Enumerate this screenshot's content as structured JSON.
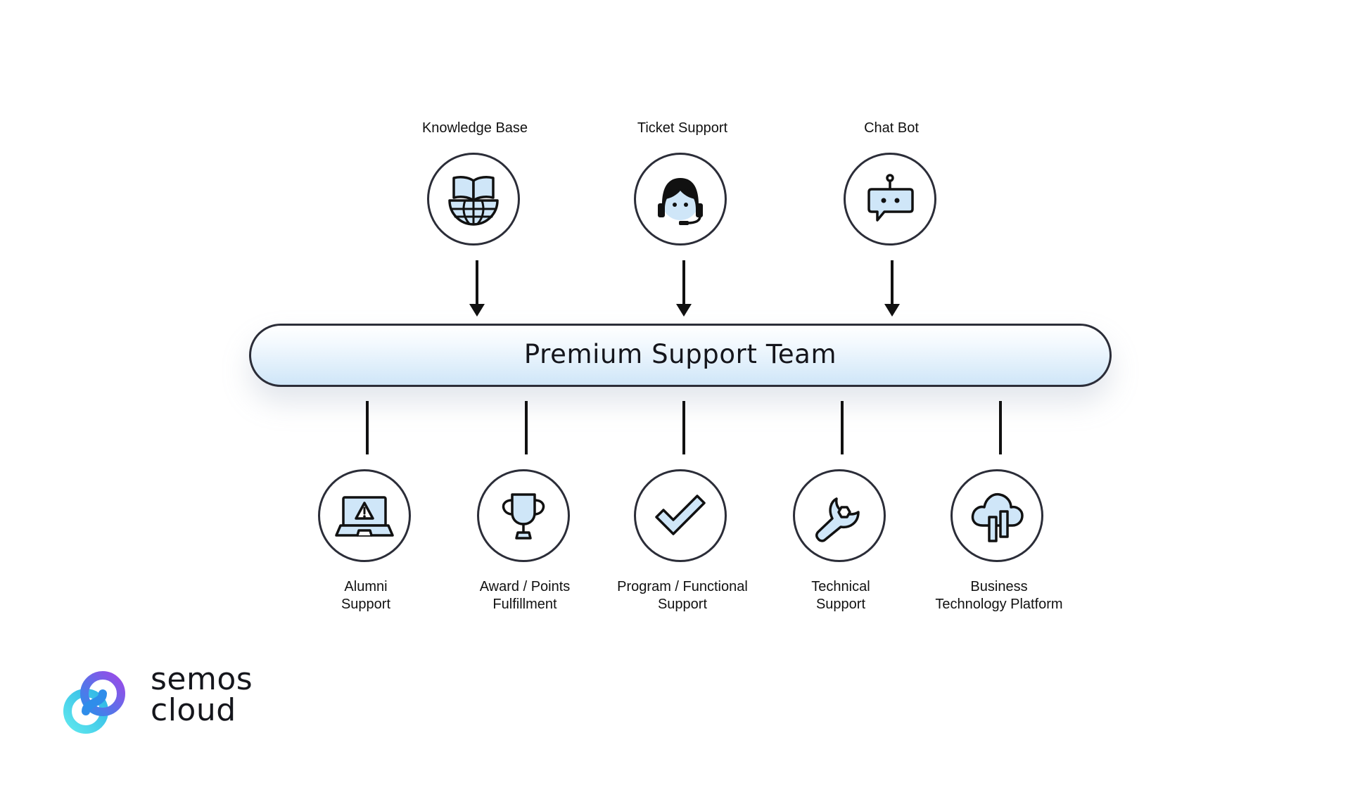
{
  "diagram": {
    "center": {
      "title": "Premium Support Team"
    },
    "top_nodes": [
      {
        "label": "Knowledge Base",
        "icon": "book-globe-icon"
      },
      {
        "label": "Ticket Support",
        "icon": "headset-agent-icon"
      },
      {
        "label": "Chat Bot",
        "icon": "robot-chat-icon"
      }
    ],
    "bottom_nodes": [
      {
        "line1": "Alumni",
        "line2": "Support",
        "icon": "laptop-warning-icon"
      },
      {
        "line1": "Award / Points",
        "line2": "Fulfillment",
        "icon": "trophy-icon"
      },
      {
        "line1": "Program / Functional",
        "line2": "Support",
        "icon": "checkmark-icon"
      },
      {
        "line1": "Technical",
        "line2": "Support",
        "icon": "wrench-icon"
      },
      {
        "line1": "Business",
        "line2": "Technology Platform",
        "icon": "cloud-chart-icon"
      }
    ]
  },
  "logo": {
    "line1": "semos",
    "line2": "cloud",
    "icon": "semos-cloud-logo-icon"
  },
  "colors": {
    "stroke": "#2b2d38",
    "icon_fill": "#cfe6f8",
    "bar_gradient_end": "#cfe6f8",
    "logo_teal": "#3ddbe6",
    "logo_blue": "#2f8dea",
    "logo_purple": "#8a4be8"
  }
}
